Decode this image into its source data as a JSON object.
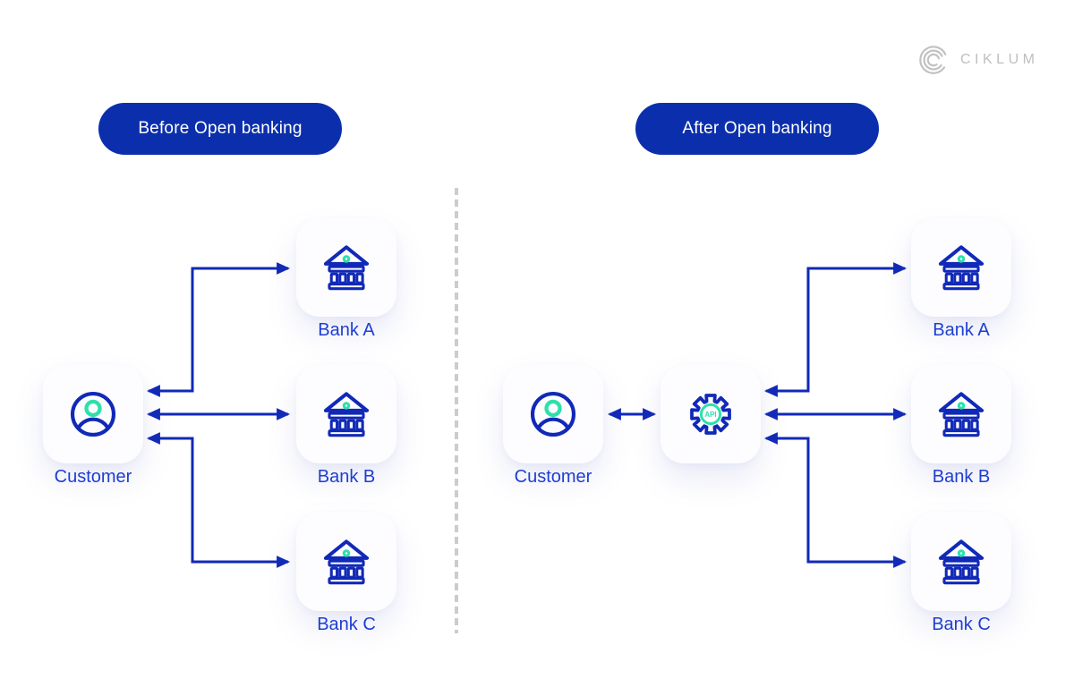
{
  "brand": {
    "name": "CIKLUM"
  },
  "colors": {
    "badge_blue": "#0B2FAC",
    "stroke_blue": "#1129B7",
    "label_blue": "#1E3ED2",
    "accent_green": "#2EE0AA",
    "logo_gray": "#BFBFBF",
    "divider_gray": "#CCCCCC"
  },
  "icons": {
    "logo": "ciklum-arcs-logo",
    "customer": "user-icon",
    "bank": "bank-building-icon",
    "api": "gear-api-icon"
  },
  "before": {
    "badge": "Before Open banking",
    "customer": {
      "label": "Customer"
    },
    "banks": [
      {
        "label": "Bank A"
      },
      {
        "label": "Bank B"
      },
      {
        "label": "Bank C"
      }
    ]
  },
  "after": {
    "badge": "After Open banking",
    "customer": {
      "label": "Customer"
    },
    "api": {
      "label": "API"
    },
    "banks": [
      {
        "label": "Bank A"
      },
      {
        "label": "Bank B"
      },
      {
        "label": "Bank C"
      }
    ]
  }
}
